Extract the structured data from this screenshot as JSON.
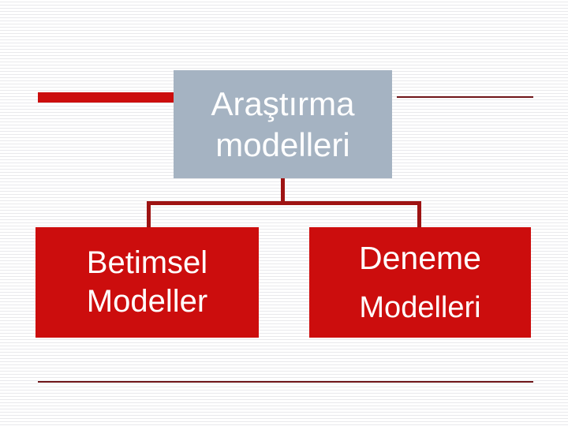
{
  "slide": {
    "background_color": "#ffffff",
    "stripe_color": "#e9e9ec",
    "accent_red": "#CC0D0D",
    "accent_dark_red": "#9E1313",
    "accent_maroon": "#6E1418",
    "accent_gray_blue": "#A5B3C2",
    "text_color": "#ffffff"
  },
  "diagram": {
    "type": "tree",
    "root": {
      "line_1": "Araştırma",
      "line_2": "modelleri"
    },
    "children": [
      {
        "id": "descriptive",
        "line_1": "Betimsel",
        "line_2": "Modeller"
      },
      {
        "id": "experimental",
        "line_1": "Deneme",
        "line_2": "Modelleri"
      }
    ]
  }
}
